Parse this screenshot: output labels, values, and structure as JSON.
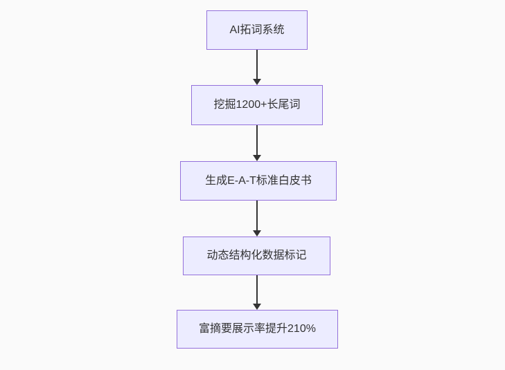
{
  "diagram": {
    "type": "flowchart-top-down",
    "nodes": [
      {
        "id": "step-1",
        "label": "AI拓词系统"
      },
      {
        "id": "step-2",
        "label": "挖掘1200+长尾词"
      },
      {
        "id": "step-3",
        "label": "生成E-A-T标准白皮书"
      },
      {
        "id": "step-4",
        "label": "动态结构化数据标记"
      },
      {
        "id": "step-5",
        "label": "富摘要展示率提升210%"
      }
    ],
    "edges": [
      {
        "from": "AI拓词系统",
        "to": "挖掘1200+长尾词",
        "style": "arrow-down"
      },
      {
        "from": "挖掘1200+长尾词",
        "to": "生成E-A-T标准白皮书",
        "style": "arrow-down"
      },
      {
        "from": "生成E-A-T标准白皮书",
        "to": "动态结构化数据标记",
        "style": "arrow-down"
      },
      {
        "from": "动态结构化数据标记",
        "to": "富摘要展示率提升210%",
        "style": "arrow-down"
      }
    ],
    "colors": {
      "node_fill": "#ececff",
      "node_border": "#9370db",
      "node_text": "#333333",
      "arrow": "#333333",
      "background": "#fafafa"
    }
  }
}
